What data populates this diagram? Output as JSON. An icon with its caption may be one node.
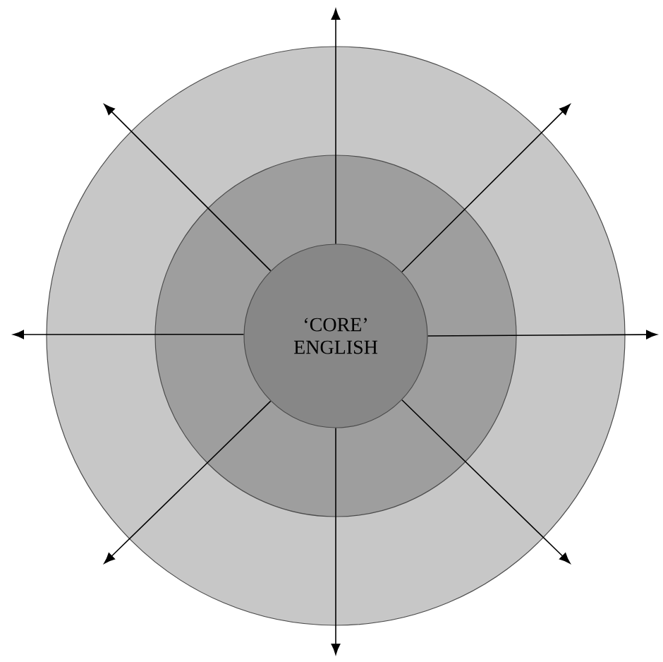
{
  "diagram": {
    "nodes": [
      {
        "text": [],
        "shape": "circle"
      },
      {
        "text": [],
        "shape": "circle",
        "in": 0
      },
      {
        "text": [
          "‘CORE’ ENGLISH"
        ],
        "in": 1
      }
    ],
    "edges": [
      {
        "from": 2,
        "to": null,
        "arrow": "to"
      },
      {
        "from": 2,
        "to": null,
        "arrow": "to"
      },
      {
        "from": 2,
        "to": null,
        "arrow": "to"
      },
      {
        "from": 2,
        "to": null,
        "arrow": "to"
      },
      {
        "from": 2,
        "to": null,
        "arrow": "to"
      },
      {
        "from": 2,
        "to": null,
        "arrow": "to"
      },
      {
        "from": 2,
        "to": null,
        "arrow": "to"
      },
      {
        "from": 2,
        "to": null,
        "arrow": "to"
      }
    ]
  }
}
